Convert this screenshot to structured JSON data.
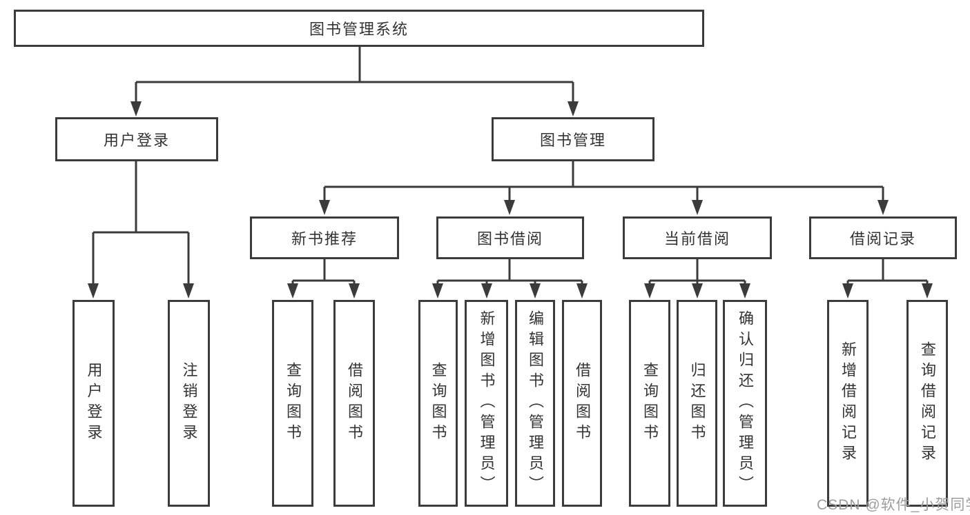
{
  "tree": {
    "label": "图书管理系统",
    "children": [
      {
        "label": "用户登录",
        "children": [
          {
            "label": "用户登录"
          },
          {
            "label": "注销登录"
          }
        ]
      },
      {
        "label": "图书管理",
        "children": [
          {
            "label": "新书推荐",
            "children": [
              {
                "label": "查询图书"
              },
              {
                "label": "借阅图书"
              }
            ]
          },
          {
            "label": "图书借阅",
            "children": [
              {
                "label": "查询图书"
              },
              {
                "label": "新增图书（管理员）"
              },
              {
                "label": "编辑图书（管理员）"
              },
              {
                "label": "借阅图书"
              }
            ]
          },
          {
            "label": "当前借阅",
            "children": [
              {
                "label": "查询图书"
              },
              {
                "label": "归还图书"
              },
              {
                "label": "确认归还（管理员）"
              }
            ]
          },
          {
            "label": "借阅记录",
            "children": [
              {
                "label": "新增借阅记录"
              },
              {
                "label": "查询借阅记录"
              }
            ]
          }
        ]
      }
    ]
  },
  "watermark": "CSDN @软件_小贺同学",
  "colors": {
    "line": "#3b3b3b",
    "text": "#333333",
    "background": "#ffffff",
    "watermark": "#9d9d9d"
  }
}
